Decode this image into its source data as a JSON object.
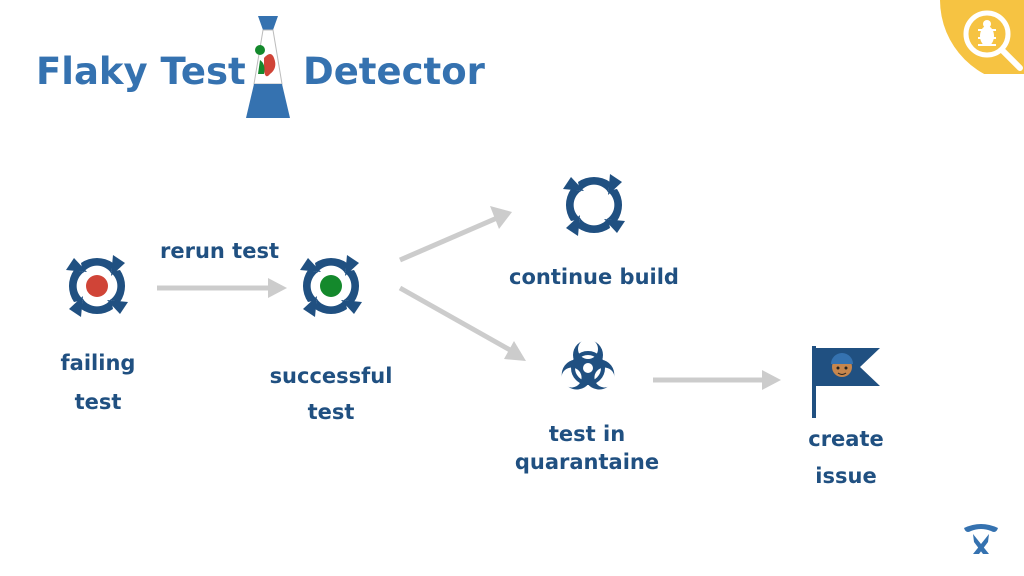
{
  "title": {
    "part1": "Flaky Test",
    "part2": "Detector"
  },
  "icons": {
    "lava_lamp": "lava-lamp-icon",
    "bug_search": "bug-magnifier-icon",
    "cycle": "cycle-arrows-icon",
    "biohazard": "biohazard-icon",
    "flag": "flag-icon",
    "brand": "atlassian-logo"
  },
  "colors": {
    "title_blue": "#3572b0",
    "dark_blue": "#205081",
    "failing_dot": "#d04437",
    "success_dot": "#14892c",
    "arrow_gray": "#cccccc",
    "corner_yellow": "#f6c342"
  },
  "diagram": {
    "nodes": {
      "failing": {
        "lines": [
          "failing",
          "test"
        ]
      },
      "success": {
        "lines": [
          "successful",
          "test"
        ]
      },
      "continue": {
        "label": "continue build"
      },
      "quarantine": {
        "lines": [
          "test in",
          "quarantaine"
        ]
      },
      "issue": {
        "lines": [
          "create",
          "issue"
        ]
      }
    },
    "edges": {
      "rerun": {
        "label": "rerun test"
      }
    }
  }
}
